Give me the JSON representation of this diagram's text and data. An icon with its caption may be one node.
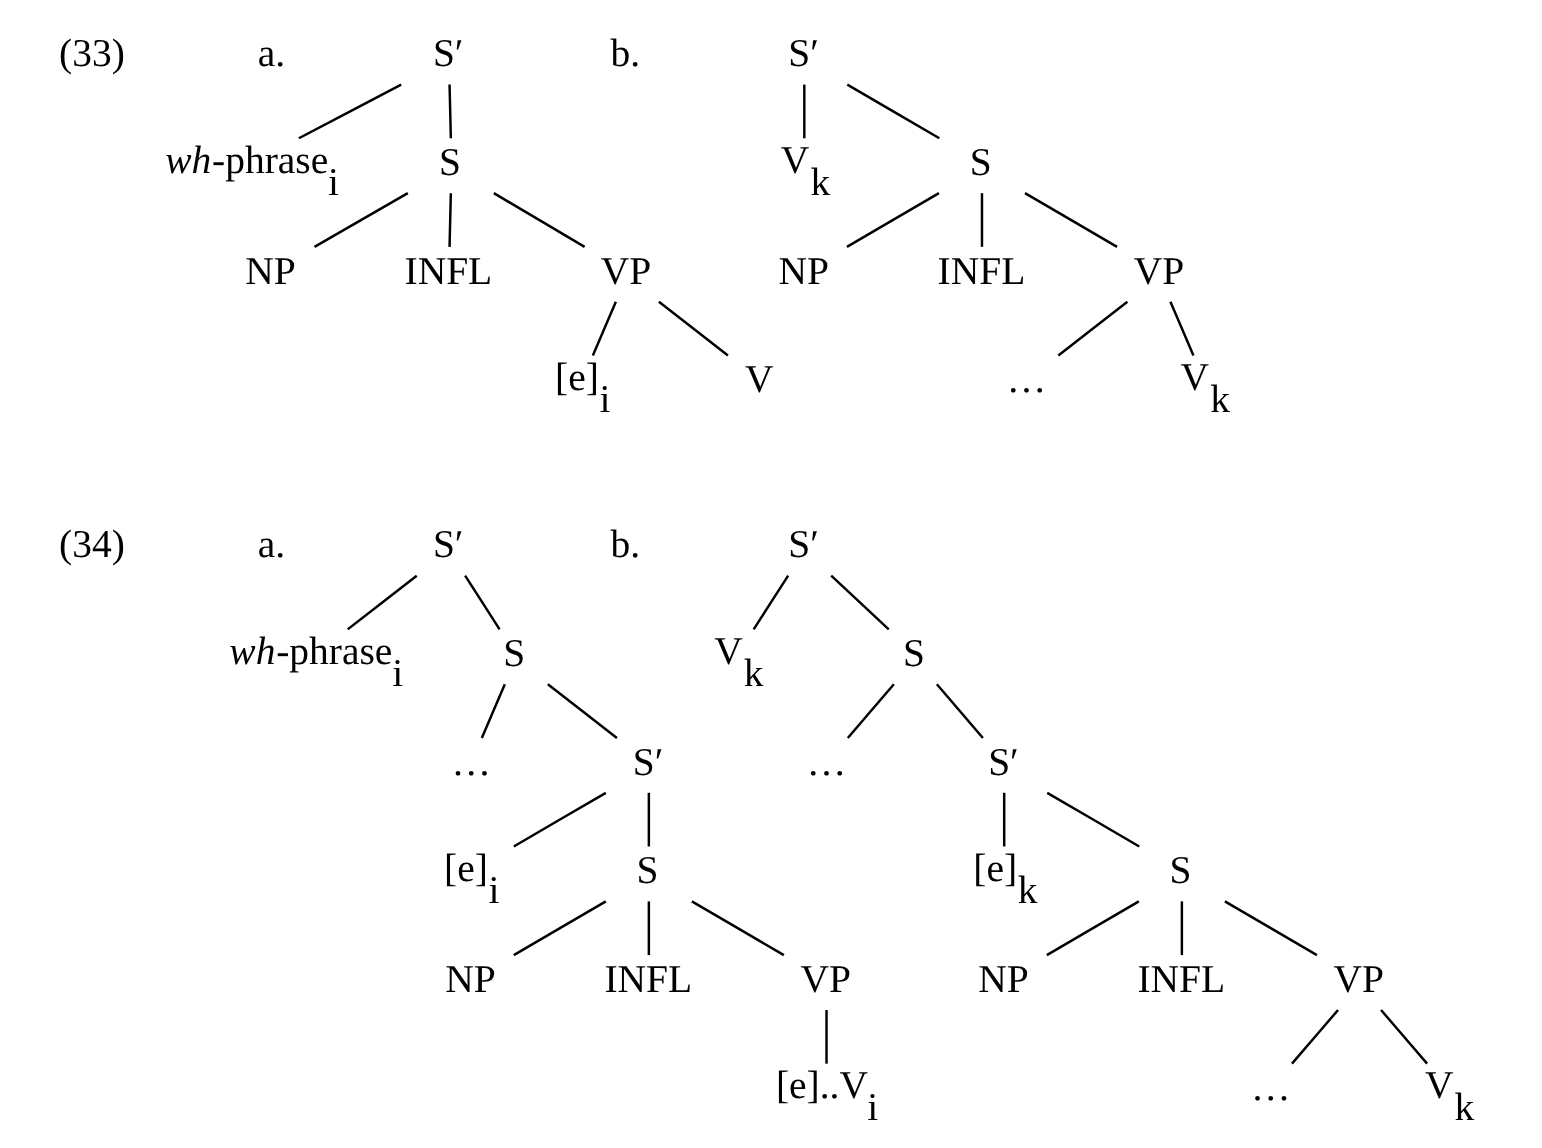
{
  "diagram": {
    "nodes": [
      {
        "text": [
          "S′"
        ]
      },
      {
        "text": [
          "*wh*-phrase$_{i}$"
        ]
      },
      {
        "text": [
          "S"
        ]
      },
      {
        "text": [
          "NP"
        ]
      },
      {
        "text": [
          "INFL"
        ]
      },
      {
        "text": [
          "VP"
        ]
      },
      {
        "text": [
          "[e]$_{i}$"
        ]
      },
      {
        "text": [
          "V"
        ]
      },
      {
        "text": [
          "S′"
        ]
      },
      {
        "text": [
          "V$_{k}$"
        ]
      },
      {
        "text": [
          "S"
        ]
      },
      {
        "text": [
          "NP"
        ]
      },
      {
        "text": [
          "INFL"
        ]
      },
      {
        "text": [
          "VP"
        ]
      },
      {
        "text": [
          "…"
        ]
      },
      {
        "text": [
          "V$_{k}$"
        ]
      },
      {
        "text": [
          "S′"
        ]
      },
      {
        "text": [
          "*wh*-phrase$_{i}$"
        ]
      },
      {
        "text": [
          "S"
        ]
      },
      {
        "text": [
          "…"
        ]
      },
      {
        "text": [
          "S′"
        ]
      },
      {
        "text": [
          "[e]$_{i}$"
        ]
      },
      {
        "text": [
          "S"
        ]
      },
      {
        "text": [
          "NP"
        ]
      },
      {
        "text": [
          "INFL"
        ]
      },
      {
        "text": [
          "VP"
        ]
      },
      {
        "text": [
          "[e]..V$_{i}$"
        ]
      },
      {
        "text": [
          "S′"
        ]
      },
      {
        "text": [
          "V$_{k}$"
        ]
      },
      {
        "text": [
          "S"
        ]
      },
      {
        "text": [
          "…"
        ]
      },
      {
        "text": [
          "S′"
        ]
      },
      {
        "text": [
          "[e]$_{k}$"
        ]
      },
      {
        "text": [
          "S"
        ]
      },
      {
        "text": [
          "NP"
        ]
      },
      {
        "text": [
          "INFL"
        ]
      },
      {
        "text": [
          "VP"
        ]
      },
      {
        "text": [
          "…"
        ]
      },
      {
        "text": [
          "V$_{k}$"
        ]
      }
    ],
    "edges": [
      {
        "from": 0,
        "to": 1,
        "arrow": "none"
      },
      {
        "from": 0,
        "to": 2,
        "arrow": "none"
      },
      {
        "from": 2,
        "to": 3,
        "arrow": "none"
      },
      {
        "from": 2,
        "to": 4,
        "arrow": "none"
      },
      {
        "from": 2,
        "to": 5,
        "arrow": "none"
      },
      {
        "from": 5,
        "to": 6,
        "arrow": "none"
      },
      {
        "from": 5,
        "to": 7,
        "arrow": "none"
      },
      {
        "from": 8,
        "to": 9,
        "arrow": "none"
      },
      {
        "from": 8,
        "to": 10,
        "arrow": "none"
      },
      {
        "from": 10,
        "to": 11,
        "arrow": "none"
      },
      {
        "from": 10,
        "to": 12,
        "arrow": "none"
      },
      {
        "from": 10,
        "to": 13,
        "arrow": "none"
      },
      {
        "from": 13,
        "to": 14,
        "arrow": "none"
      },
      {
        "from": 13,
        "to": 15,
        "arrow": "none"
      },
      {
        "from": 16,
        "to": 17,
        "arrow": "none"
      },
      {
        "from": 16,
        "to": 18,
        "arrow": "none"
      },
      {
        "from": 18,
        "to": 19,
        "arrow": "none"
      },
      {
        "from": 18,
        "to": 20,
        "arrow": "none"
      },
      {
        "from": 20,
        "to": 21,
        "arrow": "none"
      },
      {
        "from": 20,
        "to": 22,
        "arrow": "none"
      },
      {
        "from": 22,
        "to": 23,
        "arrow": "none"
      },
      {
        "from": 22,
        "to": 24,
        "arrow": "none"
      },
      {
        "from": 22,
        "to": 25,
        "arrow": "none"
      },
      {
        "from": 25,
        "to": 26,
        "arrow": "none"
      },
      {
        "from": 27,
        "to": 28,
        "arrow": "none"
      },
      {
        "from": 27,
        "to": 29,
        "arrow": "none"
      },
      {
        "from": 29,
        "to": 30,
        "arrow": "none"
      },
      {
        "from": 29,
        "to": 31,
        "arrow": "none"
      },
      {
        "from": 31,
        "to": 32,
        "arrow": "none"
      },
      {
        "from": 31,
        "to": 33,
        "arrow": "none"
      },
      {
        "from": 33,
        "to": 34,
        "arrow": "none"
      },
      {
        "from": 33,
        "to": 35,
        "arrow": "none"
      },
      {
        "from": 33,
        "to": 36,
        "arrow": "none"
      },
      {
        "from": 36,
        "to": 37,
        "arrow": "none"
      },
      {
        "from": 36,
        "to": 38,
        "arrow": "none"
      }
    ],
    "labels": [
      "(33)",
      "a.",
      "b.",
      "(34)",
      "a.",
      "b."
    ]
  }
}
